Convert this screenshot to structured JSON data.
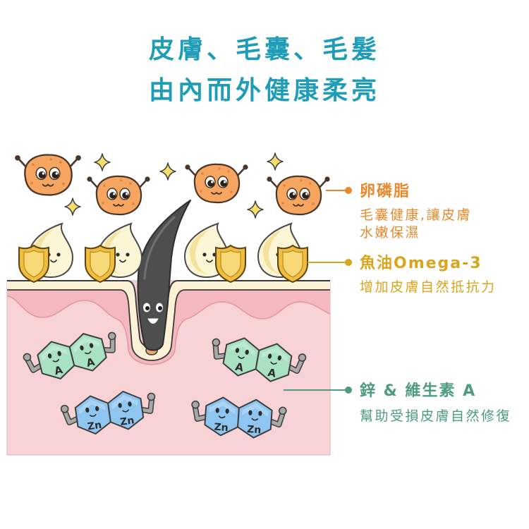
{
  "title": {
    "line1": "皮膚、毛囊、毛髮",
    "line2": "由內而外健康柔亮"
  },
  "colors": {
    "title": "#1f9db8",
    "lecithin": "#e8892e",
    "fish_oil": "#d9a51c",
    "zinc_vitamin_a": "#4e9c7c",
    "skin": "#f6cfd3",
    "hair": "#4e4e4e",
    "vitamin_a_molecule": "#a9e2c2",
    "zinc_molecule": "#8fc5f1"
  },
  "nutrients": {
    "lecithin": {
      "name": "卵磷脂",
      "description": [
        "毛囊健康,讓皮膚",
        "水嫩保濕"
      ],
      "icon": "smiling-orange-blob-icon"
    },
    "fish_oil": {
      "name": "魚油Omega-3",
      "description": [
        "增加皮膚自然抵抗力"
      ],
      "icon": "oil-drop-with-shield-icon"
    },
    "zinc_vitamin_a": {
      "name": "鋅 & 維生素 A",
      "description": [
        "幫助受損皮膚自然修復"
      ],
      "icon": "flexing-hexagon-molecule-icon"
    }
  },
  "molecule_letters": {
    "vitamin_a": "A",
    "zinc": "Zn"
  }
}
